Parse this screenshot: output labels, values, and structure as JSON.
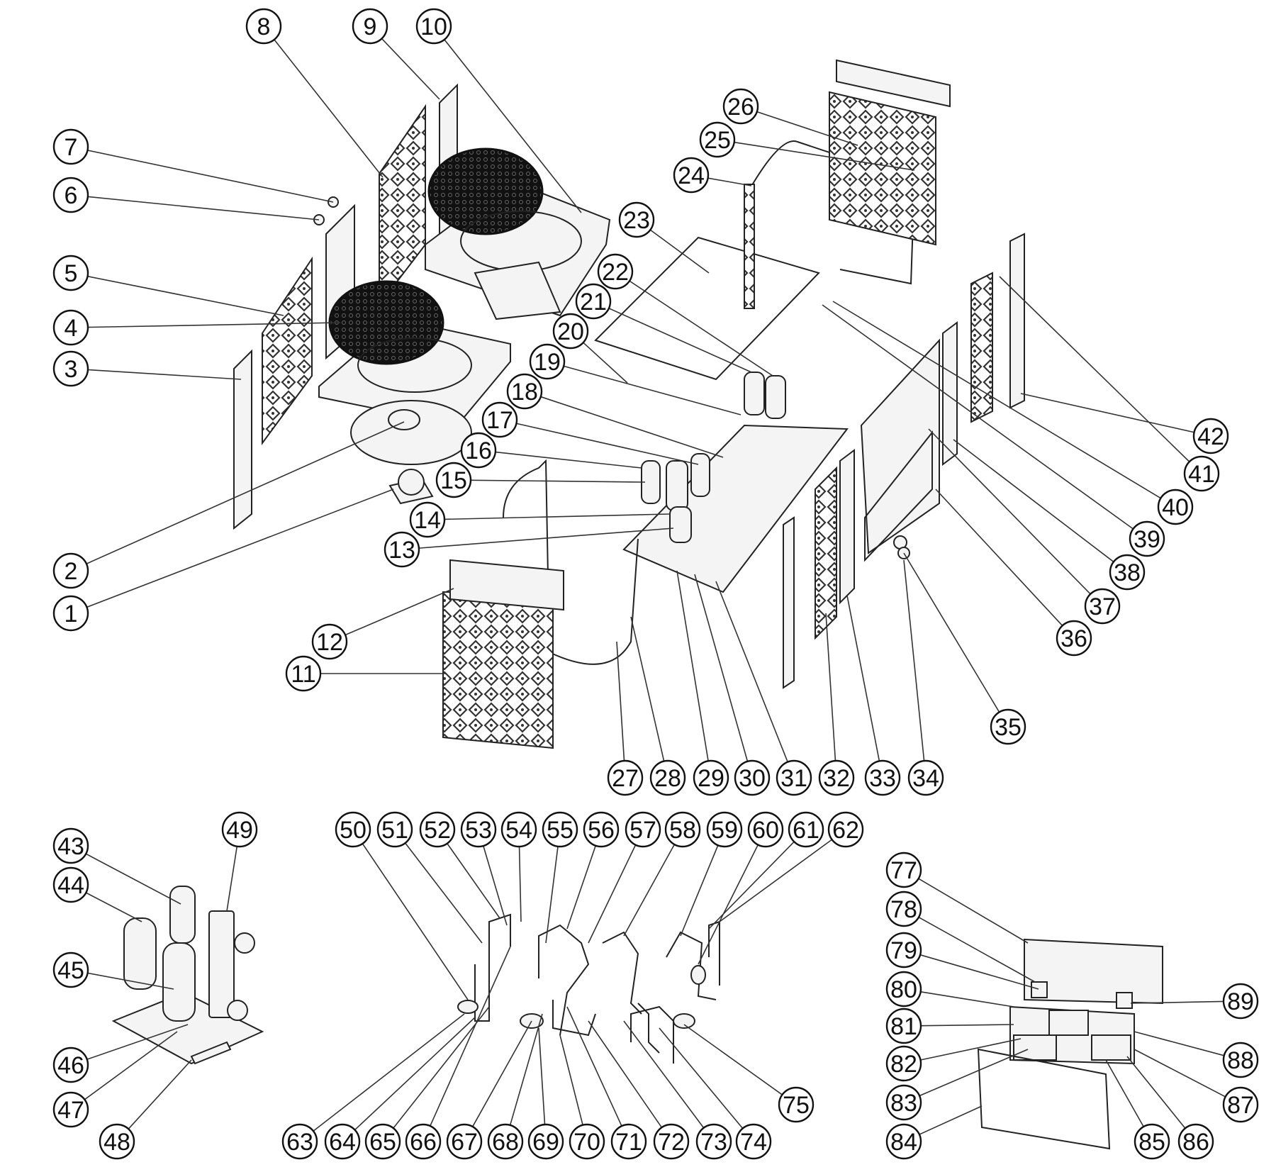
{
  "diagram": {
    "callouts": [
      "1",
      "2",
      "3",
      "4",
      "5",
      "6",
      "7",
      "8",
      "9",
      "10",
      "11",
      "12",
      "13",
      "14",
      "15",
      "16",
      "17",
      "18",
      "19",
      "20",
      "21",
      "22",
      "23",
      "24",
      "25",
      "26",
      "27",
      "28",
      "29",
      "30",
      "31",
      "32",
      "33",
      "34",
      "35",
      "36",
      "37",
      "38",
      "39",
      "40",
      "41",
      "42",
      "43",
      "44",
      "45",
      "46",
      "47",
      "48",
      "49",
      "50",
      "51",
      "52",
      "53",
      "54",
      "55",
      "56",
      "57",
      "58",
      "59",
      "60",
      "61",
      "62",
      "63",
      "64",
      "65",
      "66",
      "67",
      "68",
      "69",
      "70",
      "71",
      "72",
      "73",
      "74",
      "75",
      "77",
      "78",
      "79",
      "80",
      "81",
      "82",
      "83",
      "84",
      "85",
      "86",
      "87",
      "88",
      "89"
    ]
  },
  "colors": {
    "line": "#222222",
    "background": "#ffffff"
  }
}
